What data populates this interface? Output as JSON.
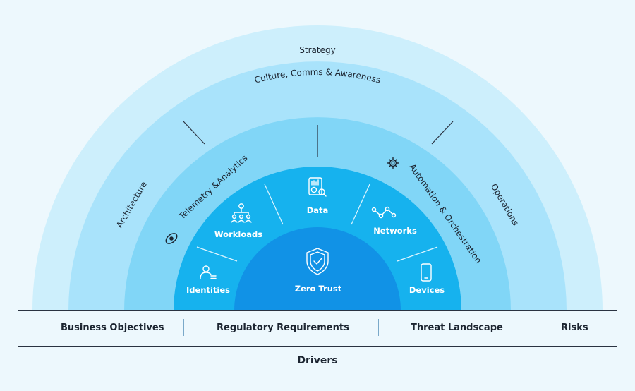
{
  "outer_rings": {
    "strategy": "Strategy",
    "culture": "Culture, Comms & Awareness",
    "architecture": "Architecture",
    "operations": "Operations",
    "telemetry": "Telemetry &Analytics",
    "automation": "Automation & Orchestration"
  },
  "pillars": {
    "identities": "Identities",
    "workloads": "Workloads",
    "data": "Data",
    "networks": "Networks",
    "devices": "Devices"
  },
  "core": {
    "label": "Zero Trust"
  },
  "drivers": {
    "items": [
      "Business Objectives",
      "Regulatory Requirements",
      "Threat Landscape",
      "Risks"
    ],
    "title": "Drivers"
  },
  "colors": {
    "background": "#edf8fd",
    "ring_strategy": "#cdeffc",
    "ring_culture": "#a9e3fb",
    "ring_telemetry": "#81d6f7",
    "ring_pillars": "#16b2ee",
    "core": "#1192e6"
  },
  "icons": {
    "workloads": "workloads-people-icon",
    "data": "data-report-icon",
    "networks": "network-nodes-icon",
    "identities": "identity-user-icon",
    "devices": "mobile-device-icon",
    "core": "shield-check-icon",
    "telemetry": "eye-icon",
    "automation": "gear-icon"
  }
}
